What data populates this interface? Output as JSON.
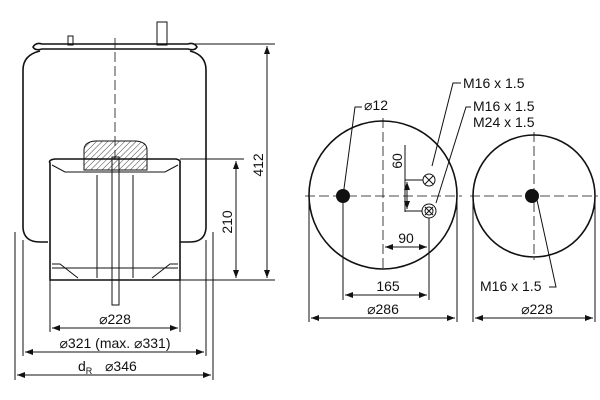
{
  "side_view": {
    "height_total": "412",
    "height_piston": "210",
    "dia_piston": "⌀228",
    "dia_bellow": "⌀321 (max. ⌀331)",
    "dia_roll_label": "d",
    "dia_roll_sub": "R",
    "dia_roll": "⌀346"
  },
  "top_plate_view": {
    "hole_dia": "⌀12",
    "thread_1": "M16 x 1.5",
    "thread_2": "M16 x 1.5",
    "thread_3": "M24 x 1.5",
    "dim_60": "60",
    "dim_90": "90",
    "dim_165": "165",
    "dia_plate": "⌀286"
  },
  "bottom_view": {
    "thread": "M16 x 1.5",
    "dia_base": "⌀228"
  }
}
